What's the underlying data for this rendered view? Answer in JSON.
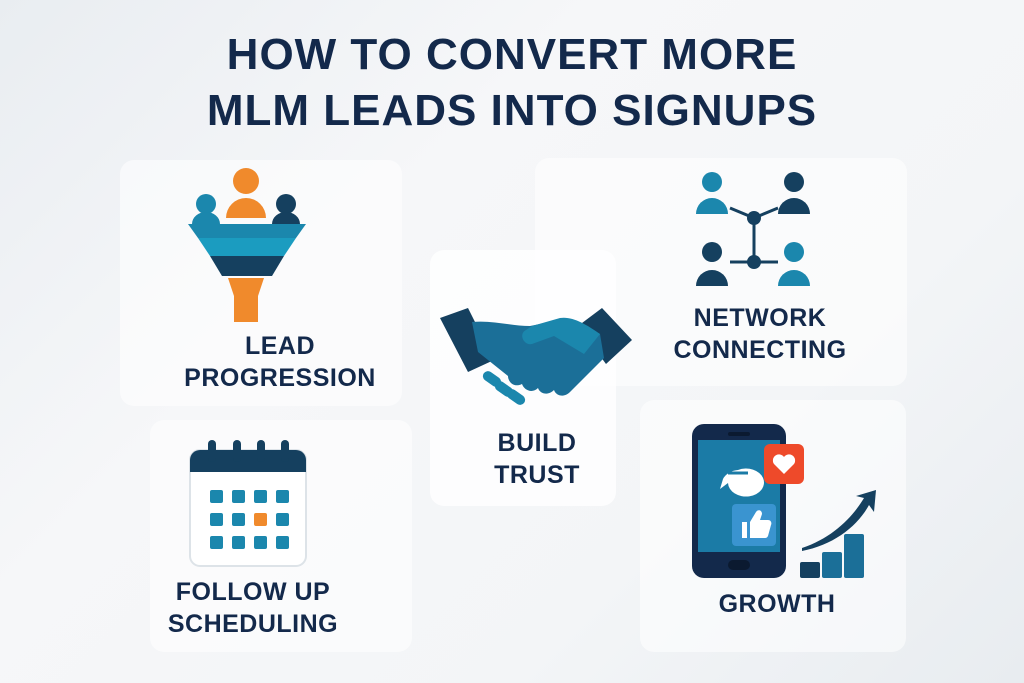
{
  "title": {
    "line1": "HOW TO CONVERT MORE",
    "line2": "MLM LEADS INTO SIGNUPS"
  },
  "sections": [
    {
      "icon": "funnel-icon",
      "line1": "LEAD",
      "line2": "PROGRESSION"
    },
    {
      "icon": "calendar-icon",
      "line1": "FOLLOW UP",
      "line2": "SCHEDULING"
    },
    {
      "icon": "handshake-icon",
      "line1": "BUILD",
      "line2": "TRUST"
    },
    {
      "icon": "network-icon",
      "line1": "NETWORK",
      "line2": "CONNECTING"
    },
    {
      "icon": "phone-growth-icon",
      "line1": "GROWTH"
    }
  ],
  "colors": {
    "navy": "#13294b",
    "dark_blue": "#15405f",
    "teal": "#1b87ad",
    "orange": "#f08a2c",
    "red": "#ee4a2a"
  }
}
